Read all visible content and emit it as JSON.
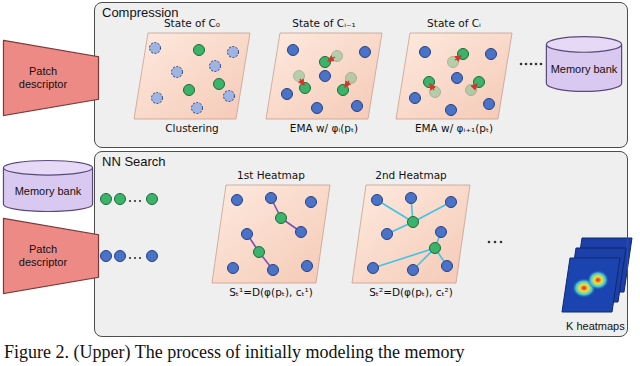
{
  "diagram": {
    "caption": "Figure 2. (Upper) The process of initially modeling the memory",
    "nodes": [
      {
        "text": [
          "Compression"
        ]
      },
      {
        "text": [
          "Patch descriptor"
        ]
      },
      {
        "text": [
          "State of C₀",
          "Clustering"
        ],
        "in": 0
      },
      {
        "text": [
          "State of Cᵢ₋₁",
          "EMA w/ φᵢ(pₜ)"
        ],
        "in": 0
      },
      {
        "text": [
          "State of Cᵢ",
          "EMA w/ φᵢ₊₁(pₜ)"
        ],
        "in": 0
      },
      {
        "text": [
          "Memory bank"
        ],
        "in": 0
      },
      {
        "text": [
          "NN Search"
        ]
      },
      {
        "text": [
          "Memory bank"
        ]
      },
      {
        "text": [
          "Patch descriptor"
        ]
      },
      {
        "text": [
          "1st Heatmap",
          "Sₜ¹=D(φ(pₜ), cₜ¹)"
        ],
        "in": 6
      },
      {
        "text": [
          "2nd Heatmap",
          "Sₜ²=D(φ(pₜ), cₜ²)"
        ],
        "in": 6
      }
    ],
    "labels": [
      "K heatmaps"
    ]
  }
}
